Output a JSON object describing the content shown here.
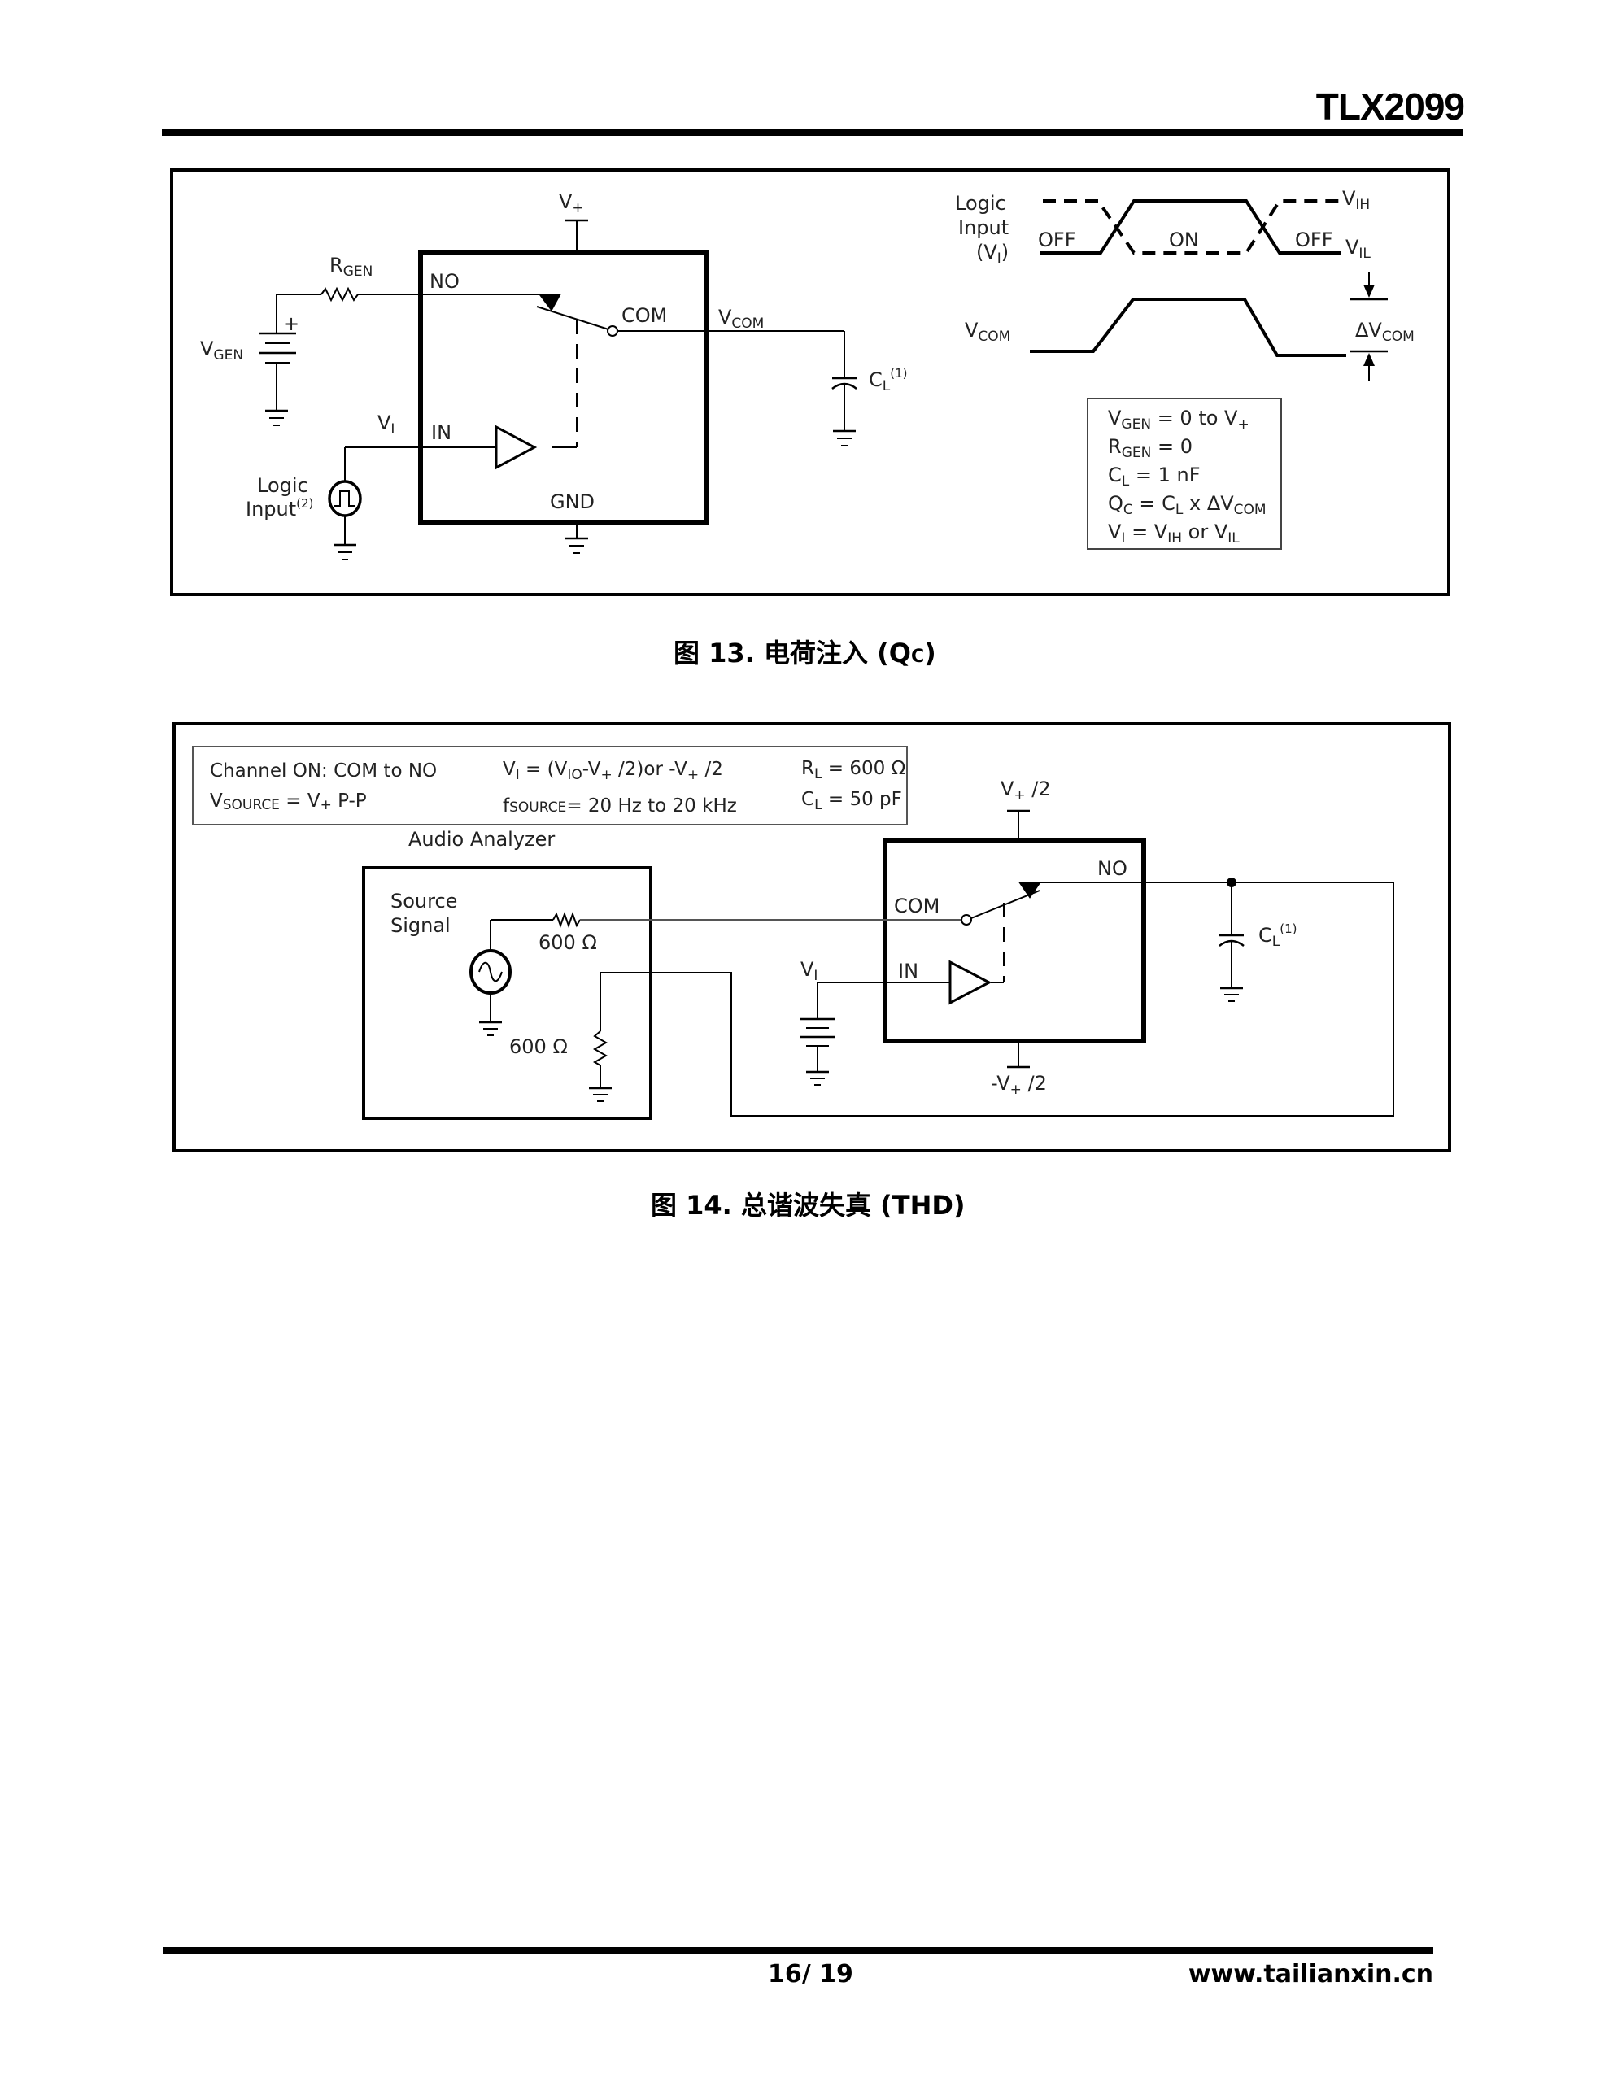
{
  "header": {
    "part_number": "TLX2099"
  },
  "figure13": {
    "caption": "图 13. 电荷注入 (Qc)",
    "caption_prefix": "图 13. 电荷注入 (Q",
    "caption_sub": "C",
    "caption_suffix": ")",
    "labels": {
      "vplus": "V",
      "vplus_sub": "+",
      "rgen": "R",
      "rgen_sub": "GEN",
      "vgen": "V",
      "vgen_sub": "GEN",
      "plus": "+",
      "no": "NO",
      "com": "COM",
      "in": "IN",
      "gnd": "GND",
      "vcom": "V",
      "vcom_sub": "COM",
      "vi": "V",
      "vi_sub": "I",
      "cl": "C",
      "cl_sub": "L",
      "cl_sup": "(1)",
      "logic_input_1": "Logic",
      "logic_input_2": "Input",
      "logic_input_sup": "(2)"
    },
    "timing": {
      "logic_label_1": "Logic",
      "logic_label_2": "Input",
      "logic_label_3": "(V",
      "logic_label_3_sub": "I",
      "logic_label_3_end": ")",
      "off_left": "OFF",
      "on": "ON",
      "off_right": "OFF",
      "vih": "V",
      "vih_sub": "IH",
      "vil": "V",
      "vil_sub": "IL",
      "vcom": "V",
      "vcom_sub": "COM",
      "delta_vcom": "ΔV",
      "delta_vcom_sub": "COM"
    },
    "conditions": [
      {
        "parts": [
          [
            "V",
            ""
          ],
          [
            "GEN",
            "sub"
          ],
          [
            " = 0 to V",
            ""
          ],
          [
            "+",
            "sub"
          ]
        ]
      },
      {
        "parts": [
          [
            "R",
            ""
          ],
          [
            "GEN",
            "sub"
          ],
          [
            " = 0",
            ""
          ]
        ]
      },
      {
        "parts": [
          [
            "C",
            ""
          ],
          [
            "L",
            "sub"
          ],
          [
            " = 1 nF",
            ""
          ]
        ]
      },
      {
        "parts": [
          [
            "Q",
            ""
          ],
          [
            "C",
            "sub"
          ],
          [
            " = C",
            ""
          ],
          [
            "L",
            "sub"
          ],
          [
            " x ΔV",
            ""
          ],
          [
            "COM",
            "sub"
          ]
        ]
      },
      {
        "parts": [
          [
            "V",
            ""
          ],
          [
            "I",
            "sub"
          ],
          [
            " = V",
            ""
          ],
          [
            "IH",
            "sub"
          ],
          [
            " or V",
            ""
          ],
          [
            "IL",
            "sub"
          ]
        ]
      }
    ]
  },
  "figure14": {
    "caption": "图 14. 总谐波失真 (THD)",
    "notes": {
      "channel_on": "Channel ON: COM to NO",
      "vsource_a": "V",
      "vsource_sub": "SOURCE",
      "vsource_b": " = V",
      "vsource_plus": "+",
      "vsource_c": " P-P",
      "vi_a": "V",
      "vi_sub": "I",
      "vi_b": " = (V",
      "vi_io": "IO",
      "vi_c": "-V",
      "vi_plus1": "+",
      "vi_d": " /2)or -V",
      "vi_plus2": "+",
      "vi_e": " /2",
      "fsource_a": "f",
      "fsource_sub": "SOURCE",
      "fsource_b": "= 20 Hz to 20 kHz",
      "rl_a": "R",
      "rl_sub": "L",
      "rl_b": " = 600 Ω",
      "cl_a": "C",
      "cl_sub": "L",
      "cl_b": " = 50 pF"
    },
    "labels": {
      "audio_analyzer": "Audio Analyzer",
      "source_signal_1": "Source",
      "source_signal_2": "Signal",
      "r_source": "600 Ω",
      "r_load": "600 Ω",
      "vplus_half_a": "V",
      "vplus_half_sub": "+",
      "vplus_half_b": " /2",
      "vminus_half_a": "-V",
      "vminus_half_sub": "+",
      "vminus_half_b": " /2",
      "no": "NO",
      "com": "COM",
      "in": "IN",
      "vi": "V",
      "vi_sub": "I",
      "cl": "C",
      "cl_sub": "L",
      "cl_sup": "(1)"
    }
  },
  "footer": {
    "page": "16/ 19",
    "website": "www.tailianxin.cn"
  }
}
